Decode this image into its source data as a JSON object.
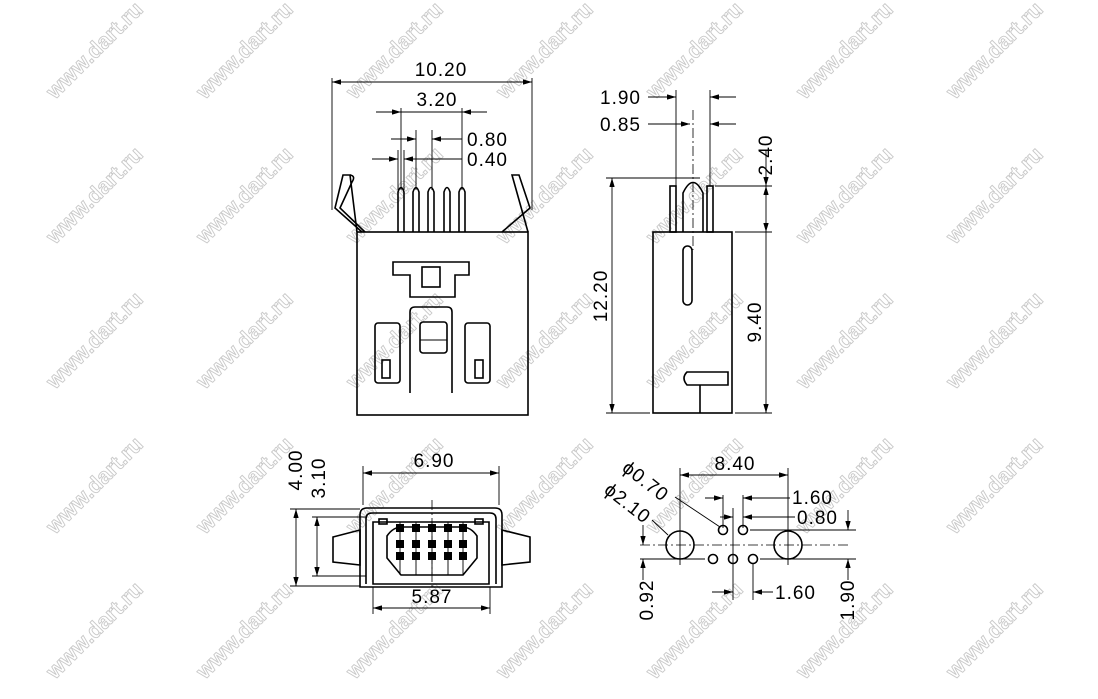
{
  "watermark": "www.dart.ru",
  "front_view": {
    "width_total": "10.20",
    "pin_span": "3.20",
    "pin_pitch": "0.80",
    "pin_width": "0.40"
  },
  "side_view": {
    "pin_offset": "1.90",
    "pin_thickness": "0.85",
    "pin_height": "2.40",
    "total_height": "12.20",
    "body_height": "9.40"
  },
  "end_view": {
    "width_outer": "6.90",
    "height_outer": "4.00",
    "height_inner": "3.10",
    "width_base": "5.87"
  },
  "footprint": {
    "hole_small_dia": "ϕ0.70",
    "hole_large_dia": "ϕ2.10",
    "peg_spacing": "8.40",
    "row_pitch": "1.60",
    "col_offset": "0.80",
    "row_offset": "0.92",
    "pin_pitch": "1.60",
    "row_spacing": "1.90"
  }
}
